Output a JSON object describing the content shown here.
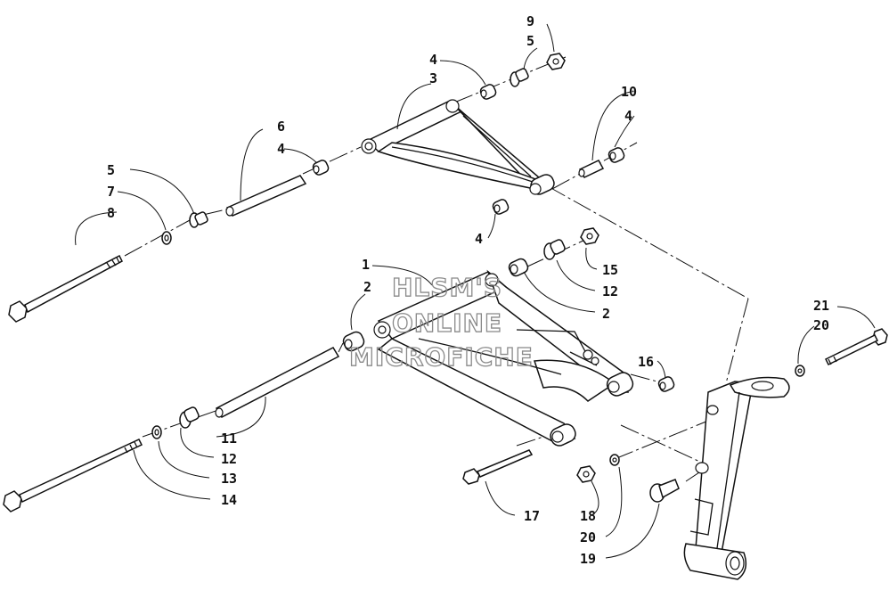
{
  "callouts": [
    {
      "id": "c1",
      "text": "1"
    },
    {
      "id": "c2a",
      "text": "2"
    },
    {
      "id": "c2b",
      "text": "2"
    },
    {
      "id": "c3",
      "text": "3"
    },
    {
      "id": "c4a",
      "text": "4"
    },
    {
      "id": "c4b",
      "text": "4"
    },
    {
      "id": "c4c",
      "text": "4"
    },
    {
      "id": "c4d",
      "text": "4"
    },
    {
      "id": "c5a",
      "text": "5"
    },
    {
      "id": "c5b",
      "text": "5"
    },
    {
      "id": "c6",
      "text": "6"
    },
    {
      "id": "c7",
      "text": "7"
    },
    {
      "id": "c8",
      "text": "8"
    },
    {
      "id": "c9",
      "text": "9"
    },
    {
      "id": "c10",
      "text": "10"
    },
    {
      "id": "c11",
      "text": "11"
    },
    {
      "id": "c12a",
      "text": "12"
    },
    {
      "id": "c12b",
      "text": "12"
    },
    {
      "id": "c13",
      "text": "13"
    },
    {
      "id": "c14",
      "text": "14"
    },
    {
      "id": "c15",
      "text": "15"
    },
    {
      "id": "c16",
      "text": "16"
    },
    {
      "id": "c17",
      "text": "17"
    },
    {
      "id": "c18",
      "text": "18"
    },
    {
      "id": "c19",
      "text": "19"
    },
    {
      "id": "c20a",
      "text": "20"
    },
    {
      "id": "c20b",
      "text": "20"
    },
    {
      "id": "c21",
      "text": "21"
    }
  ],
  "watermark": {
    "line1": "HLSM'S",
    "line2": "ONLINE",
    "line3": "MICROFICHE"
  }
}
